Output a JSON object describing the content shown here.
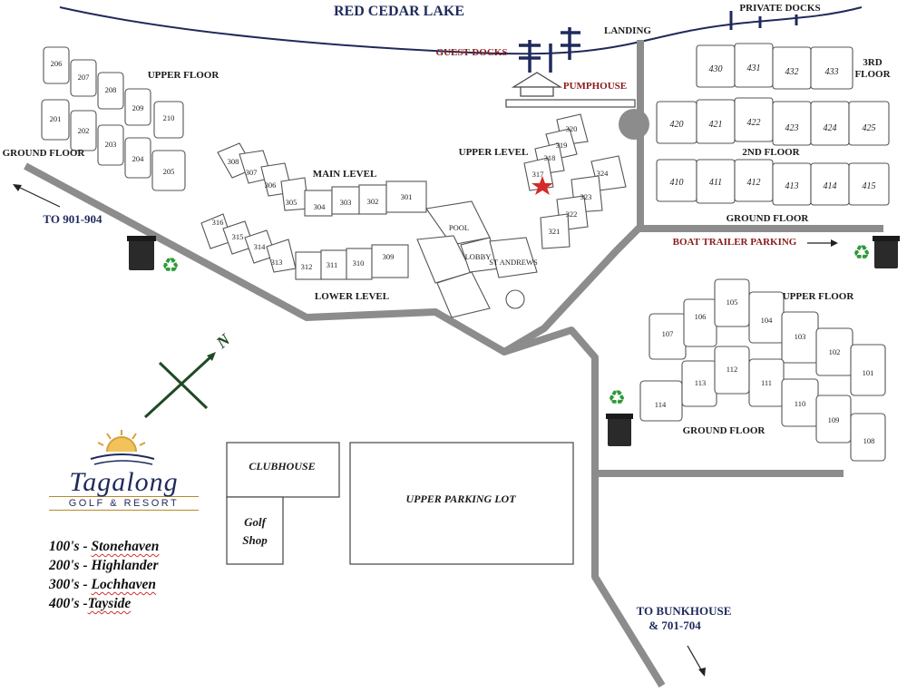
{
  "lake_name": "RED CEDAR LAKE",
  "labels": {
    "private_docks": "PRIVATE DOCKS",
    "guest_docks": "GUEST DOCKS",
    "landing": "LANDING",
    "pumphouse": "PUMPHOUSE",
    "upper_floor_200": "UPPER FLOOR",
    "ground_floor_200": "GROUND FLOOR",
    "to_901": "TO 901-904",
    "main_level": "MAIN LEVEL",
    "upper_level": "UPPER LEVEL",
    "lower_level": "LOWER LEVEL",
    "pool": "POOL",
    "lobby": "LOBBY",
    "st_andrews": "ST ANDREWS",
    "floor_3rd": "3RD",
    "floor_word": "FLOOR",
    "floor_2nd": "2ND FLOOR",
    "ground_floor_400": "GROUND FLOOR",
    "boat_trailer": "BOAT TRAILER PARKING",
    "upper_floor_100": "UPPER FLOOR",
    "ground_floor_100": "GROUND FLOOR",
    "clubhouse": "CLUBHOUSE",
    "golf_shop_1": "Golf",
    "golf_shop_2": "Shop",
    "upper_parking": "UPPER PARKING LOT",
    "to_bunkhouse_1": "TO BUNKHOUSE",
    "to_bunkhouse_2": "& 701-704",
    "compass_n": "N"
  },
  "brand": {
    "name": "Tagalong",
    "sub": "GOLF & RESORT"
  },
  "legend": [
    {
      "prefix": "100's -",
      "name": "Stonehaven"
    },
    {
      "prefix": "200's -",
      "name": "Highlander"
    },
    {
      "prefix": "300's -",
      "name": "Lochhaven"
    },
    {
      "prefix": "400's -",
      "name": "Tayside"
    }
  ],
  "units_200_upper": [
    "206",
    "207",
    "208",
    "209",
    "210"
  ],
  "units_200_ground": [
    "201",
    "202",
    "203",
    "204",
    "205"
  ],
  "units_300_main": [
    "308",
    "307",
    "306",
    "305",
    "304",
    "303",
    "302",
    "301"
  ],
  "units_300_lower": [
    "316",
    "315",
    "314",
    "313",
    "312",
    "311",
    "310",
    "309"
  ],
  "units_300_upper": [
    "320",
    "319",
    "318",
    "317",
    "324",
    "323",
    "322",
    "321"
  ],
  "units_400_3rd": [
    "430",
    "431",
    "432",
    "433"
  ],
  "units_400_2nd": [
    "420",
    "421",
    "422",
    "423",
    "424",
    "425"
  ],
  "units_400_ground": [
    "410",
    "411",
    "412",
    "413",
    "414",
    "415"
  ],
  "units_100_upper": [
    "107",
    "106",
    "105",
    "104",
    "103",
    "102",
    "101"
  ],
  "units_100_ground": [
    "114",
    "113",
    "112",
    "111",
    "110",
    "109",
    "108"
  ],
  "colors": {
    "road": "#8c8c8c",
    "lake_text": "#1f2a5c",
    "accent_red": "#8b1a1a",
    "star": "#d42a2a",
    "recycle": "#2e9a3a"
  },
  "icons": [
    "trash-bin-icon",
    "recycle-icon",
    "star-you-are-here-icon",
    "compass-icon",
    "sun-logo-icon"
  ]
}
